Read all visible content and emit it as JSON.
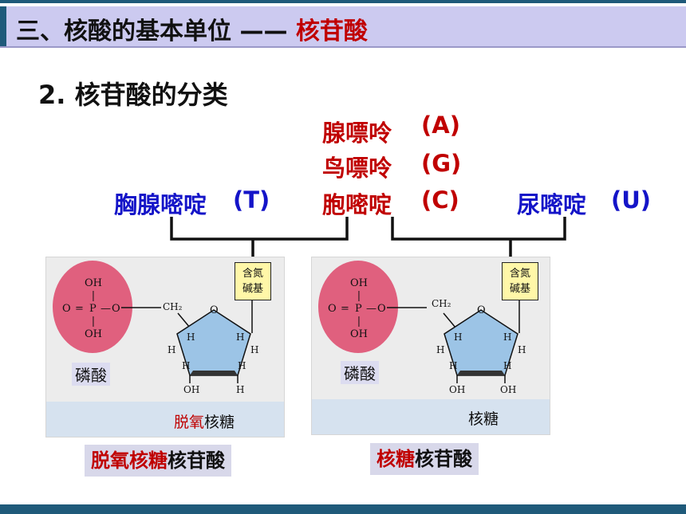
{
  "title": {
    "prefix": "三、核酸的基本单位 ——",
    "highlight": "核苷酸"
  },
  "subtitle": "2. 核苷酸的分类",
  "bases": {
    "adenine": {
      "name": "腺嘌呤",
      "code": "(A)"
    },
    "guanine": {
      "name": "鸟嘌呤",
      "code": "(G)"
    },
    "thymine": {
      "name": "胸腺嘧啶",
      "code": "(T)"
    },
    "cytosine": {
      "name": "胞嘧啶",
      "code": "(C)"
    },
    "uracil": {
      "name": "尿嘧啶",
      "code": "(U)"
    }
  },
  "left_structure": {
    "phosphate_label": "磷酸",
    "base_box": [
      "含氮",
      "碱基"
    ],
    "sugar_red": "脱氧",
    "sugar_black": "核糖",
    "caption_red": "脱氧核糖",
    "caption_black": "核苷酸"
  },
  "right_structure": {
    "phosphate_label": "磷酸",
    "base_box": [
      "含氮",
      "碱基"
    ],
    "sugar": "核糖",
    "caption_red": "核糖",
    "caption_black": "核苷酸"
  },
  "chem": {
    "oh": "OH",
    "o": "O",
    "p": "P",
    "eq": "=",
    "ch2": "CH₂",
    "h": "H"
  },
  "colors": {
    "accent": "#1f5a7a",
    "title_bg": "#cccaf0",
    "red": "#c00000",
    "blue": "#1414c8",
    "phosphate": "#e0607e",
    "sugar": "#9cc4e6",
    "base_box": "#fff7a8"
  }
}
